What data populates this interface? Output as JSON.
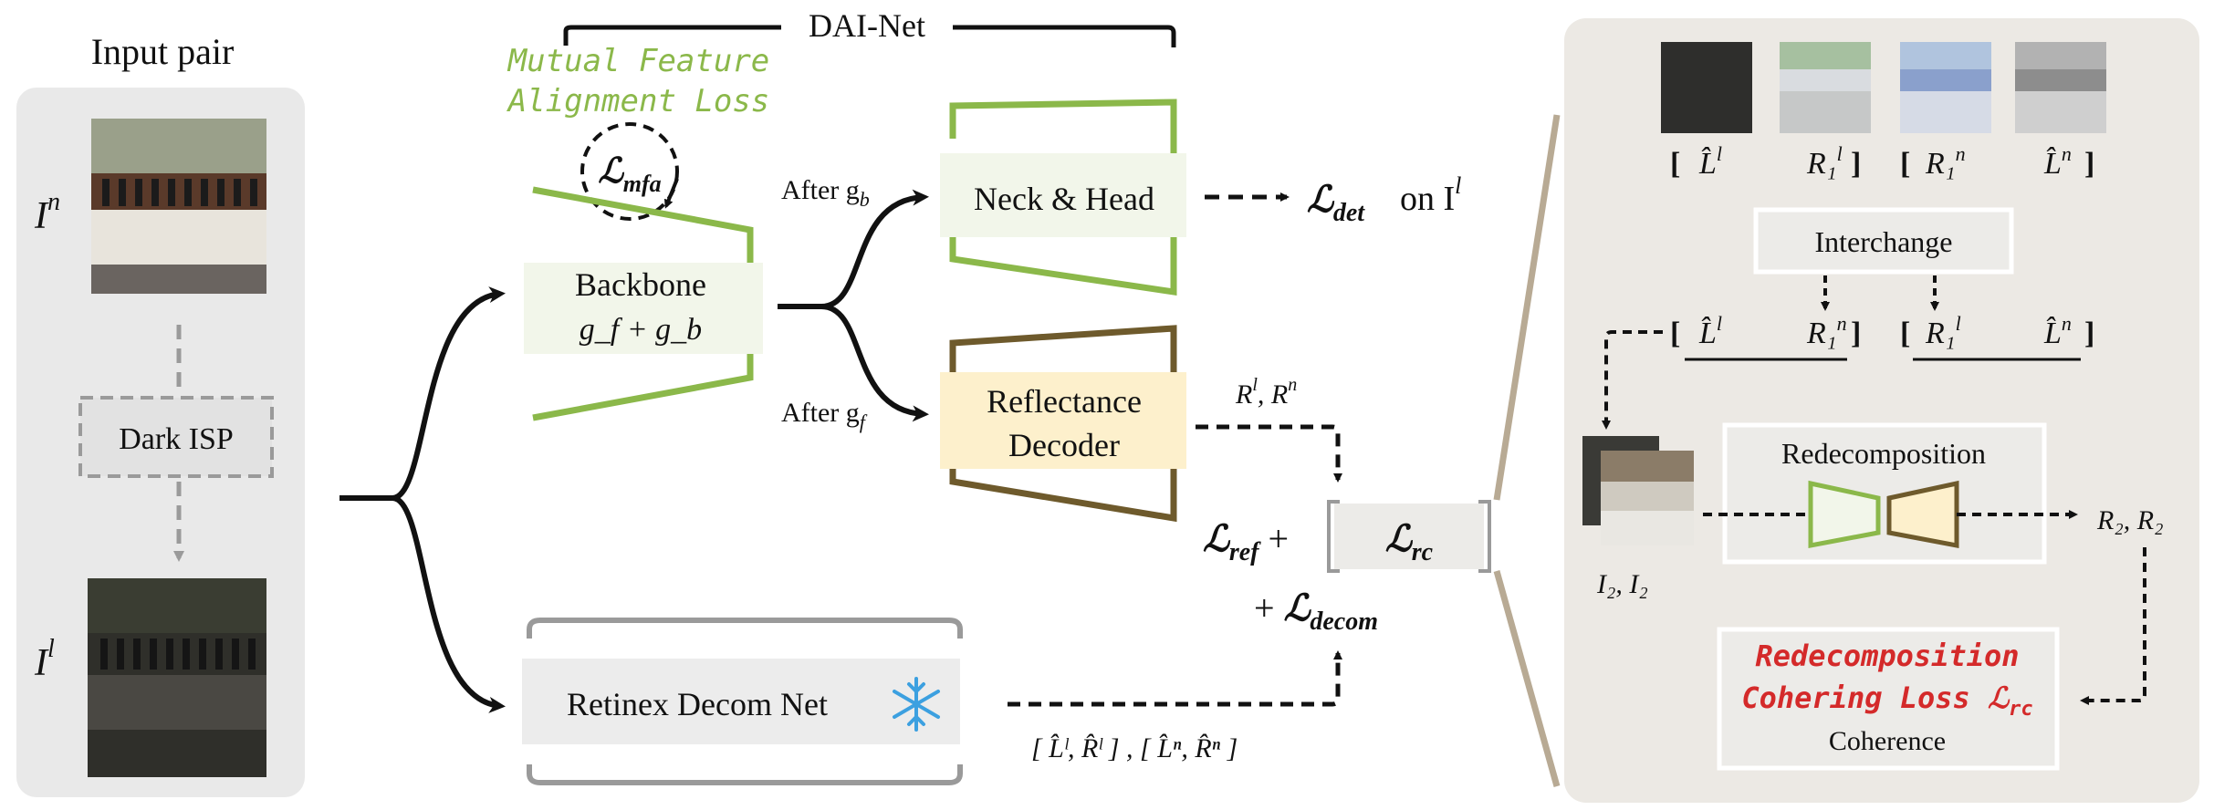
{
  "input_panel": {
    "title": "Input pair",
    "normal_label": "I",
    "normal_sup": "n",
    "lowlight_label": "I",
    "lowlight_sup": "l",
    "isp": "Dark ISP"
  },
  "dai": {
    "title": "DAI-Net",
    "mfa_line1": "Mutual Feature",
    "mfa_line2": "Alignment Loss",
    "mfa_symbol": "ℒ",
    "mfa_sub": "mfa",
    "backbone_line1": "Backbone",
    "backbone_line2": "g_f + g_b",
    "after_gb": "After g",
    "after_gb_sub": "b",
    "after_gf": "After g",
    "after_gf_sub": "f",
    "neck": "Neck & Head",
    "det_symbol": "ℒ",
    "det_sub": "det",
    "det_on": "on I",
    "det_on_sup": "l",
    "refl_line1": "Reflectance",
    "refl_line2": "Decoder",
    "rl_rn": "R",
    "retinex": "Retinex Decom Net",
    "decom_outputs": "[ L̂ˡ, R̂ˡ ] , [ L̂ⁿ, R̂ⁿ ]",
    "ref_symbol": "ℒ",
    "ref_sub": "ref",
    "rc_symbol": "ℒ",
    "rc_sub": "rc",
    "decom_symbol": "ℒ",
    "decom_sub": "decom"
  },
  "right_panel": {
    "row1": [
      "L̂",
      "R₁",
      "R₁",
      "L̂"
    ],
    "interchange": "Interchange",
    "row2": [
      "L̂",
      "R₁",
      "R₁",
      "L̂"
    ],
    "redecomposition": "Redecomposition",
    "r2_out": "R₂, R₂",
    "i2_label": "I₂, I₂",
    "loss_line1": "Redecomposition",
    "loss_line2": "Cohering Loss ℒ",
    "loss_sub": "rc",
    "coherence": "Coherence"
  },
  "colors": {
    "green": "#8bb84a",
    "brown": "#6e5a2c",
    "neck_fill": "#f2f6ea",
    "refl_fill": "#fdf0cc",
    "panel_bg": "#e9e9e9",
    "right_bg": "#ece9e4",
    "red": "#d42a2a"
  },
  "icons": [
    "snowflake-icon"
  ]
}
